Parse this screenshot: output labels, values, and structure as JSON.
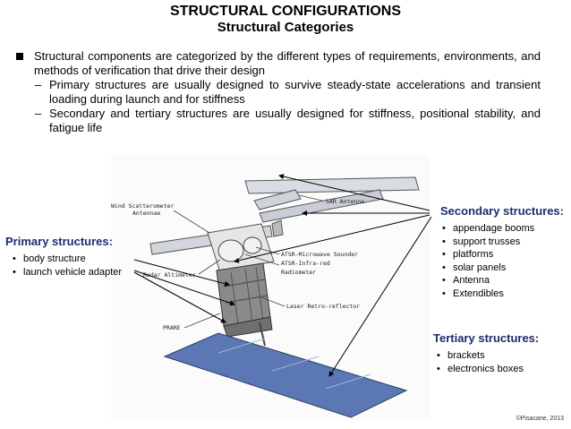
{
  "title": "STRUCTURAL CONFIGURATIONS",
  "subtitle": "Structural Categories",
  "bullets": {
    "main": "Structural components are categorized by the different types of requirements, environments, and methods of verification that drive their design",
    "sub": [
      "Primary structures are usually designed to survive steady-state accelerations and transient loading during launch and for stiffness",
      "Secondary and tertiary structures are usually designed for stiffness, positional stability, and fatigue life"
    ]
  },
  "figure": {
    "labels": {
      "wind": "Wind Scatterometer",
      "wind2": "Antennae",
      "sar": "SAR Antenna",
      "atsr_mw": "ATSR-Microwave Sounder",
      "atsr_ir": "ATSR-Infra-red",
      "radiometer": "Radiometer",
      "radar": "Radar Altimeter",
      "laser": "Laser Retro-reflector",
      "prare": "PRARE"
    }
  },
  "primary": {
    "heading": "Primary structures:",
    "items": [
      "body structure",
      "launch vehicle adapter"
    ]
  },
  "secondary": {
    "heading": "Secondary structures:",
    "items": [
      "appendage booms",
      "support trusses",
      "platforms",
      "solar panels",
      "Antenna",
      "Extendibles"
    ]
  },
  "tertiary": {
    "heading": "Tertiary structures:",
    "items": [
      "brackets",
      "electronics boxes"
    ]
  },
  "copyright": "©Pisacane, 2013",
  "colors": {
    "heading": "#1f2b6e",
    "solar_panel": "#5b78b4",
    "body": "#8a8a8a"
  }
}
